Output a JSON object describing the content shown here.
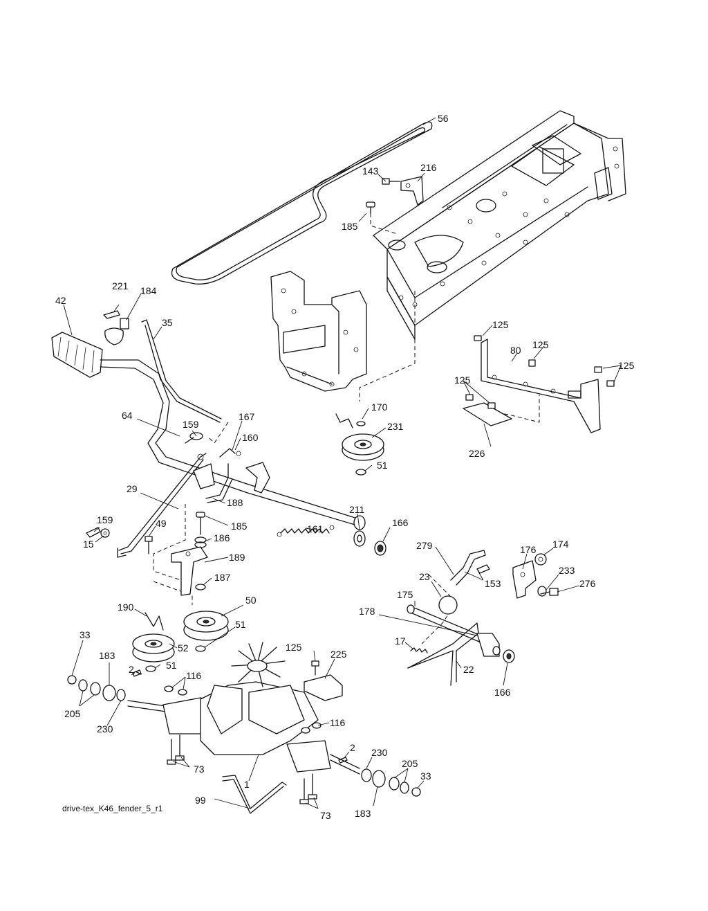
{
  "diagram_id": "drive-tex_K46_fender_5_r1",
  "callouts": [
    {
      "label": "56"
    },
    {
      "label": "143"
    },
    {
      "label": "216"
    },
    {
      "label": "185"
    },
    {
      "label": "221"
    },
    {
      "label": "184"
    },
    {
      "label": "42"
    },
    {
      "label": "35"
    },
    {
      "label": "125"
    },
    {
      "label": "80"
    },
    {
      "label": "125"
    },
    {
      "label": "125"
    },
    {
      "label": "125"
    },
    {
      "label": "170"
    },
    {
      "label": "231"
    },
    {
      "label": "51"
    },
    {
      "label": "226"
    },
    {
      "label": "64"
    },
    {
      "label": "159"
    },
    {
      "label": "167"
    },
    {
      "label": "160"
    },
    {
      "label": "29"
    },
    {
      "label": "188"
    },
    {
      "label": "185"
    },
    {
      "label": "49"
    },
    {
      "label": "186"
    },
    {
      "label": "159"
    },
    {
      "label": "15"
    },
    {
      "label": "189"
    },
    {
      "label": "187"
    },
    {
      "label": "211"
    },
    {
      "label": "166"
    },
    {
      "label": "161"
    },
    {
      "label": "279"
    },
    {
      "label": "176"
    },
    {
      "label": "174"
    },
    {
      "label": "153"
    },
    {
      "label": "23"
    },
    {
      "label": "233"
    },
    {
      "label": "276"
    },
    {
      "label": "175"
    },
    {
      "label": "178"
    },
    {
      "label": "17"
    },
    {
      "label": "22"
    },
    {
      "label": "166"
    },
    {
      "label": "190"
    },
    {
      "label": "50"
    },
    {
      "label": "51"
    },
    {
      "label": "52"
    },
    {
      "label": "51"
    },
    {
      "label": "33"
    },
    {
      "label": "183"
    },
    {
      "label": "2"
    },
    {
      "label": "116"
    },
    {
      "label": "125"
    },
    {
      "label": "225"
    },
    {
      "label": "205"
    },
    {
      "label": "230"
    },
    {
      "label": "116"
    },
    {
      "label": "73"
    },
    {
      "label": "1"
    },
    {
      "label": "2"
    },
    {
      "label": "230"
    },
    {
      "label": "205"
    },
    {
      "label": "33"
    },
    {
      "label": "99"
    },
    {
      "label": "73"
    },
    {
      "label": "183"
    }
  ]
}
